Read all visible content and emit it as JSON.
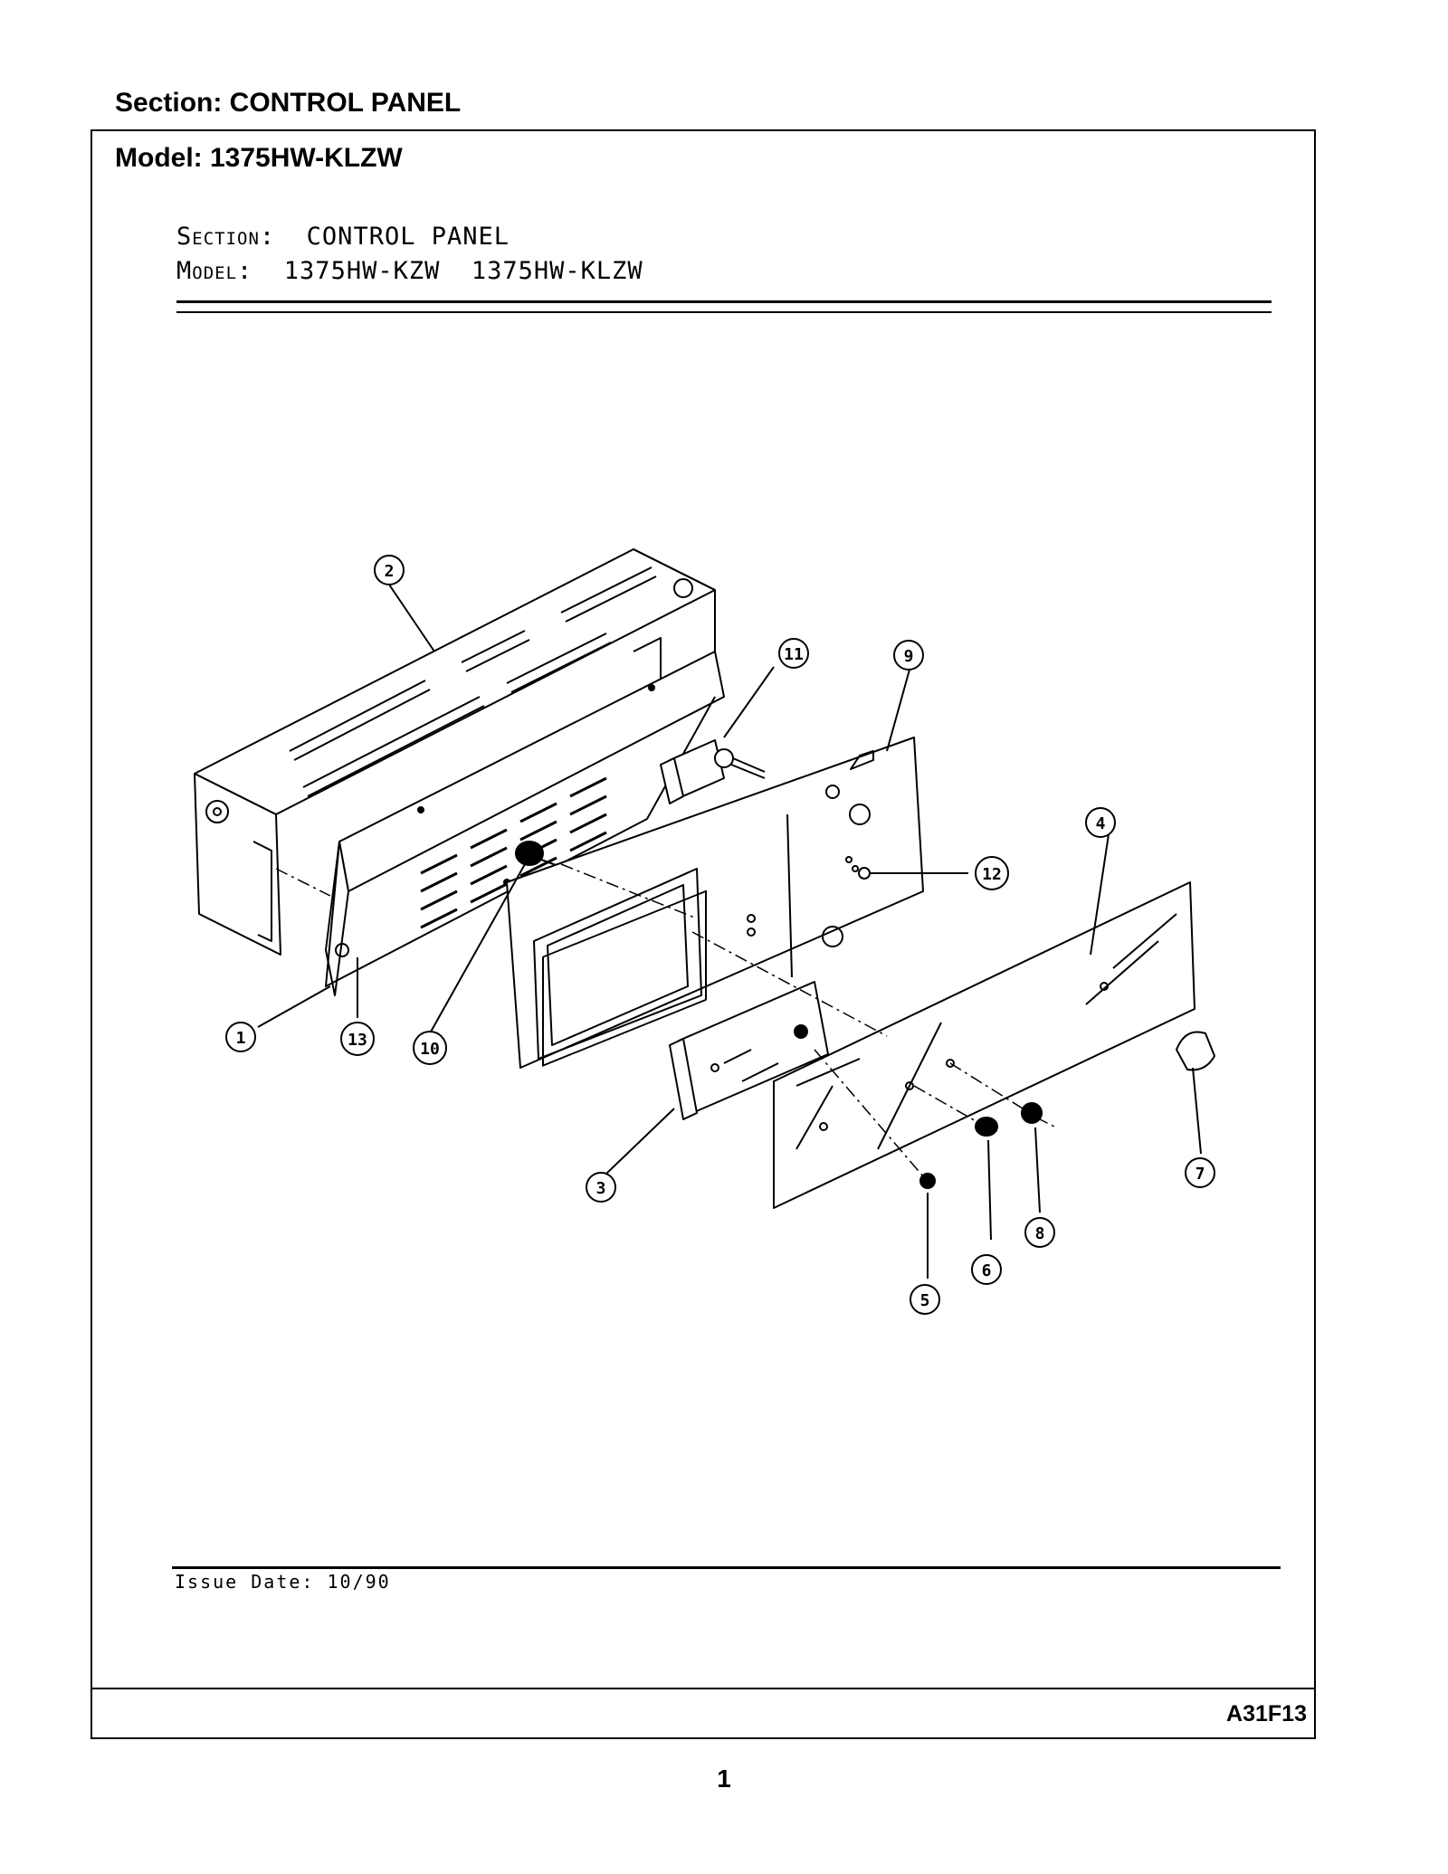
{
  "page": {
    "section_header": "Section:  CONTROL PANEL",
    "model_header": "Model:  1375HW-KLZW",
    "doc_code": "A31F13",
    "page_number": "1"
  },
  "drawing": {
    "section_label": "Section:",
    "section_value": "CONTROL PANEL",
    "model_label": "Model:",
    "model_value": "1375HW-KZW  1375HW-KLZW",
    "issue_date": "Issue Date: 10/90"
  },
  "callouts": [
    "1",
    "2",
    "3",
    "4",
    "5",
    "6",
    "7",
    "8",
    "9",
    "10",
    "11",
    "12",
    "13"
  ]
}
